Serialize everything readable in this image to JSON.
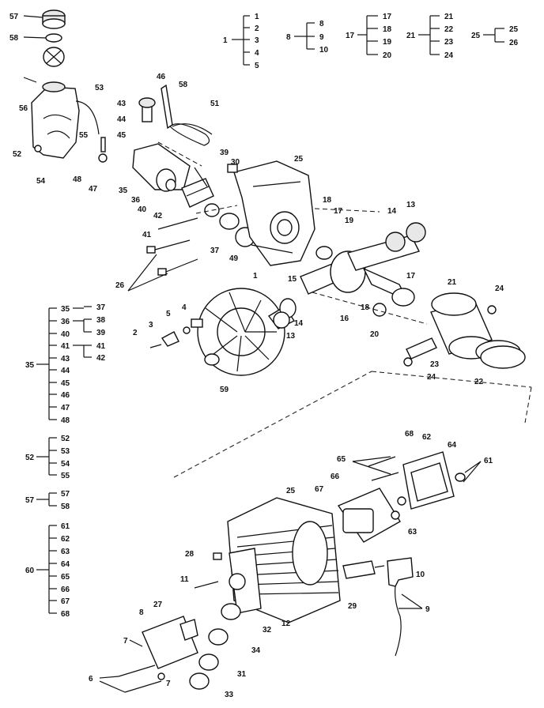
{
  "group_brackets_top": [
    {
      "parent": "1",
      "children": [
        "1",
        "2",
        "3",
        "4",
        "5"
      ]
    },
    {
      "parent": "8",
      "children": [
        "8",
        "9",
        "10"
      ]
    },
    {
      "parent": "17",
      "children": [
        "17",
        "18",
        "19",
        "20"
      ]
    },
    {
      "parent": "21",
      "children": [
        "21",
        "22",
        "23",
        "24"
      ]
    },
    {
      "parent": "25",
      "children": [
        "25",
        "26"
      ]
    }
  ],
  "group_brackets_left": [
    {
      "parent": "35",
      "children": [
        "35",
        "36",
        "40",
        "41",
        "43",
        "44",
        "45",
        "46",
        "47",
        "48"
      ],
      "sub": [
        {
          "parent": "35",
          "children": [
            "37"
          ]
        },
        {
          "parent": "36",
          "children": [
            "38",
            "39"
          ]
        },
        {
          "parent": "41",
          "children": [
            "41",
            "42"
          ]
        }
      ]
    },
    {
      "parent": "52",
      "children": [
        "52",
        "53",
        "54",
        "55"
      ]
    },
    {
      "parent": "57",
      "children": [
        "57",
        "58"
      ]
    },
    {
      "parent": "60",
      "children": [
        "61",
        "62",
        "63",
        "64",
        "65",
        "66",
        "67",
        "68"
      ]
    }
  ],
  "callouts": [
    "57",
    "58",
    "56",
    "53",
    "55",
    "52",
    "54",
    "46",
    "58",
    "43",
    "44",
    "45",
    "51",
    "48",
    "47",
    "35",
    "36",
    "40",
    "39",
    "30",
    "25",
    "42",
    "41",
    "37",
    "49",
    "18",
    "17",
    "19",
    "14",
    "13",
    "15",
    "16",
    "18",
    "17",
    "21",
    "24",
    "26",
    "1",
    "4",
    "5",
    "3",
    "2",
    "14",
    "13",
    "59",
    "20",
    "23",
    "24",
    "22",
    "68",
    "62",
    "64",
    "61",
    "65",
    "66",
    "67",
    "25",
    "63",
    "28",
    "11",
    "29",
    "10",
    "9",
    "27",
    "8",
    "12",
    "32",
    "34",
    "7",
    "31",
    "33",
    "6",
    "7"
  ]
}
